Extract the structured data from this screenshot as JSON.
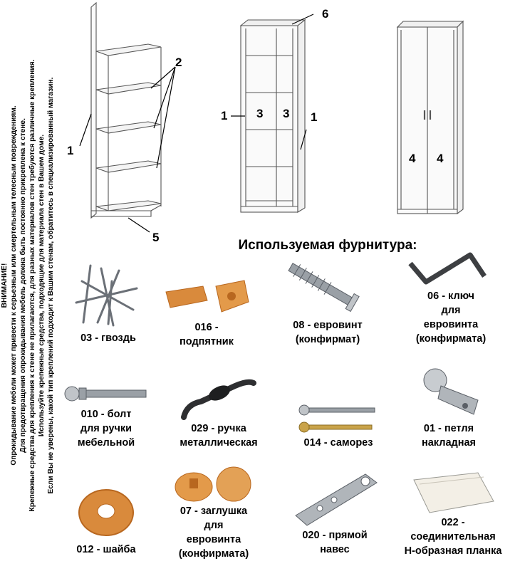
{
  "warning": {
    "lines": [
      "ВНИМАНИЕ!",
      "Опрокидывание мебели может привести к серьезным или смертельным телесным повреждениям.",
      "Для предотвращения опрокидывания мебель должна быть постоянно прикреплена к стене.",
      "Крепежные средства для крепления к стене не прилагаются, для разных материалов стен требуются различные крепления.",
      "Используйте крепежные средства, подходящие для материала стен в Вашем доме.",
      "Если Вы не уверены, какой тип креплений подходит к Вашим стенам, обратитесь в специализированный магазин."
    ]
  },
  "diagram_labels": {
    "shelf_side": "1",
    "shelf_shelves": "2",
    "shelf_plinth": "5",
    "case_side_left": "1",
    "case_side_right": "1",
    "case_inner_left": "3",
    "case_inner_right": "3",
    "case_top": "6",
    "door_left": "4",
    "door_right": "4"
  },
  "heading": "Используемая фурнитура:",
  "fittings": [
    {
      "code": "03",
      "lines": [
        "03 - гвоздь"
      ]
    },
    {
      "code": "016",
      "lines": [
        "016 -",
        "подпятник"
      ]
    },
    {
      "code": "08",
      "lines": [
        "08 - евровинт",
        "(конфирмат)"
      ]
    },
    {
      "code": "06",
      "lines": [
        "06 - ключ",
        "для",
        "евровинта",
        "(конфирмата)"
      ]
    },
    {
      "code": "010",
      "lines": [
        "010 - болт",
        "для ручки",
        "мебельной"
      ]
    },
    {
      "code": "029",
      "lines": [
        "029 - ручка",
        "металлическая"
      ]
    },
    {
      "code": "014",
      "lines": [
        "014 - саморез"
      ]
    },
    {
      "code": "01",
      "lines": [
        "01 - петля",
        "накладная"
      ]
    },
    {
      "code": "012",
      "lines": [
        "012 - шайба"
      ]
    },
    {
      "code": "07",
      "lines": [
        "07 - заглушка",
        "для",
        "евровинта",
        "(конфирмата)"
      ]
    },
    {
      "code": "020",
      "lines": [
        "020 - прямой",
        "навес"
      ]
    },
    {
      "code": "022",
      "lines": [
        "022 -",
        "соединительная",
        "Н-образная планка"
      ]
    }
  ],
  "colors": {
    "wood": "#d98a3c",
    "wood_dark": "#b8671f",
    "metal": "#9aa0a6",
    "metal_dark": "#5a5f66",
    "brass": "#c9a34a"
  }
}
